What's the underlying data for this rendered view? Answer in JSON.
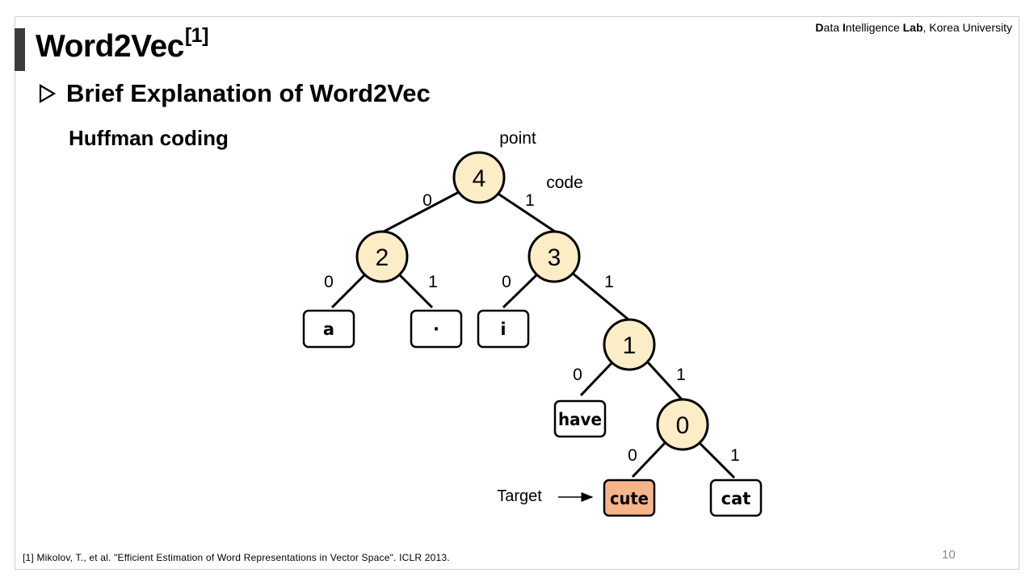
{
  "header": {
    "title": "Word2Vec",
    "title_ref": "[1]",
    "lab_bold_1": "D",
    "lab_text_1": "ata ",
    "lab_bold_2": "I",
    "lab_text_2": "ntelligence ",
    "lab_bold_3": "Lab",
    "lab_text_3": ", Korea University"
  },
  "subtitle": "Brief Explanation of Word2Vec",
  "section": "Huffman coding",
  "diagram": {
    "point_label": "point",
    "code_label": "code",
    "target_label": "Target",
    "inner_nodes": [
      "4",
      "2",
      "3",
      "1",
      "0"
    ],
    "edge_codes": [
      "0",
      "1",
      "0",
      "1",
      "0",
      "1",
      "0",
      "1",
      "0",
      "1"
    ],
    "leaves": [
      "a",
      "·",
      "i",
      "have",
      "cute",
      "cat"
    ],
    "colors": {
      "node_fill": "#fdedc6",
      "target_fill": "#f5b48a",
      "leaf_fill": "#ffffff",
      "stroke": "#000000"
    }
  },
  "footnote": "[1] Mikolov, T., et al. \"Efficient Estimation of Word Representations in Vector Space\". ICLR 2013.",
  "page_number": "10"
}
